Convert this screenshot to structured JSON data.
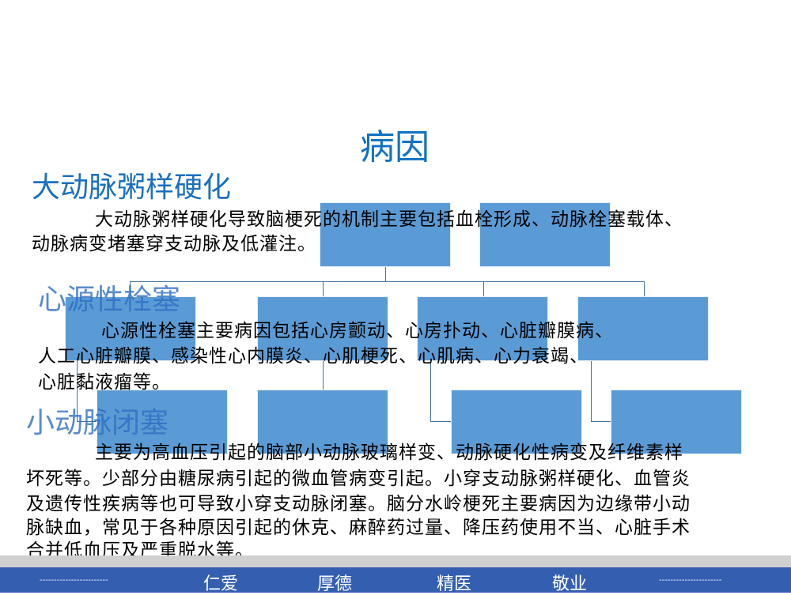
{
  "title": "病因",
  "sections": [
    {
      "heading": "大动脉粥样硬化",
      "lines": [
        "大动脉粥样硬化导致脑梗死的机制主要包括血栓形成、动脉栓塞载体、",
        "动脉病变堵塞穿支动脉及低灌注。"
      ]
    },
    {
      "heading": "心源性栓塞",
      "lines": [
        "心源性栓塞主要病因包括心房颤动、心房扑动、心脏瓣膜病、",
        "人工心脏瓣膜、感染性心内膜炎、心肌梗死、心肌病、心力衰竭、",
        "心脏黏液瘤等。"
      ]
    },
    {
      "heading": "小动脉闭塞",
      "lines": [
        "主要为高血压引起的脑部小动脉玻璃样变、动脉硬化性病变及纤维素样",
        "坏死等。少部分由糖尿病引起的微血管病变引起。小穿支动脉粥样硬化、血管炎",
        "及遗传性疾病等也可导致小穿支动脉闭塞。脑分水岭梗死主要病因为边缘带小动",
        "脉缺血，常见于各种原因引起的休克、麻醉药过量、降压药使用不当、心脏手术",
        "合并低血压及严重脱水等。"
      ]
    }
  ],
  "colors": {
    "title": "#1272c2",
    "box": "#5b9bd5",
    "footer": "#345eb0",
    "footer_band": "#d0d0d0"
  },
  "footer": {
    "dash_left": "------------------------",
    "mottos": [
      "仁爱",
      "厚德",
      "精医",
      "敬业"
    ],
    "dash_right": "----------------------"
  }
}
